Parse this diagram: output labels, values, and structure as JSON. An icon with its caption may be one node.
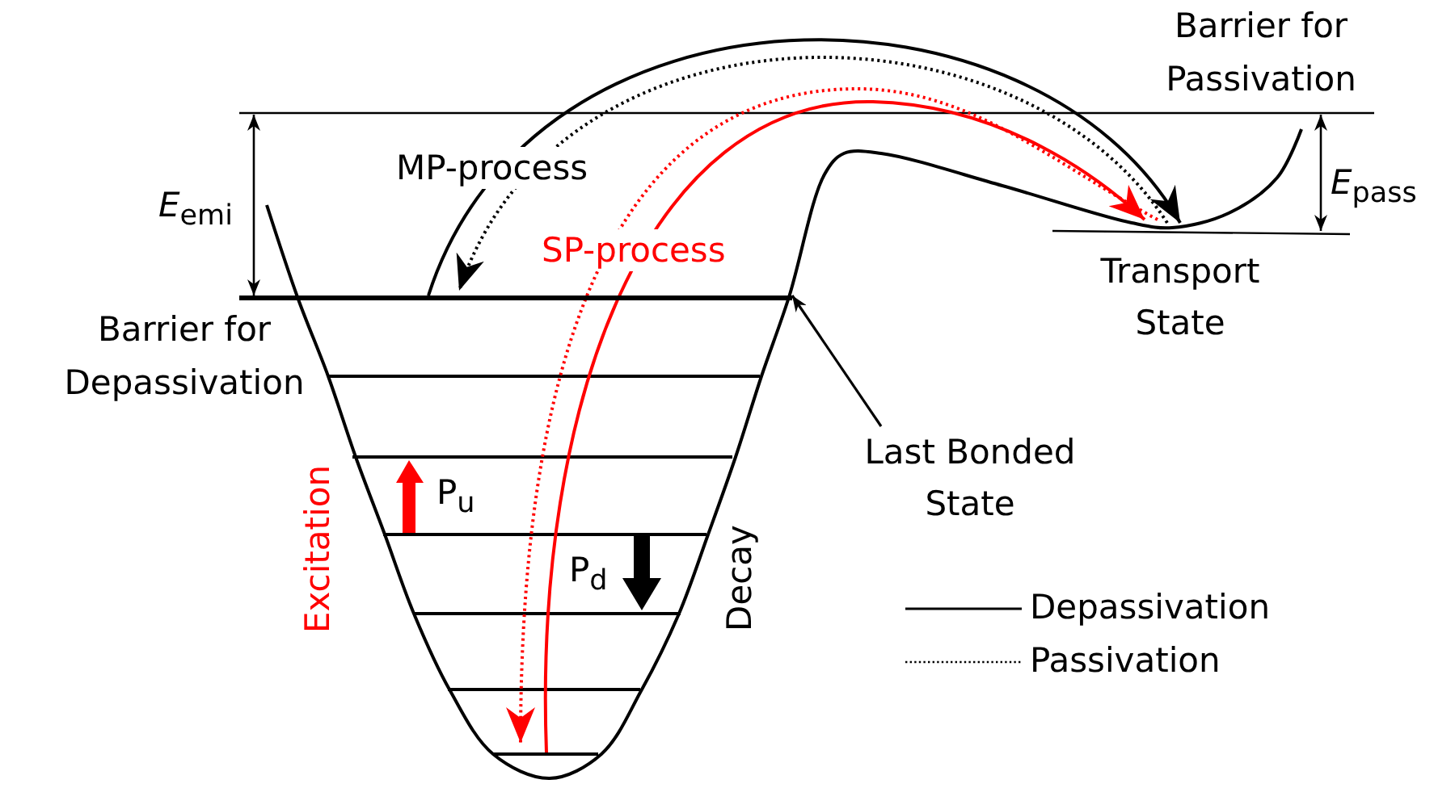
{
  "diagram": {
    "nodes": [
      {
        "text": [],
        "shape": "bar"
      },
      {
        "text": [],
        "shape": "bar"
      },
      {
        "text": [
          "Transport State"
        ]
      },
      {
        "text": [
          "Last Bonded State"
        ]
      }
    ],
    "edges": [
      {
        "from": 0,
        "to": 2,
        "arrow": "to"
      },
      {
        "from": 2,
        "to": 0,
        "arrow": "to",
        "style": "dashed"
      },
      {
        "from": 1,
        "to": 2,
        "arrow": "to",
        "color": "#ff0000"
      },
      {
        "from": 2,
        "to": 1,
        "arrow": "to",
        "style": "dashed",
        "color": "#ff0000"
      },
      {
        "from": 3,
        "to": 0,
        "arrow": "to"
      }
    ],
    "labels": [
      "Barrier for Passivation",
      "*E*$_{emi}$",
      "*E*$_{pass}$",
      "MP-process",
      "SP-process",
      "Barrier for Depassivation",
      "Excitation",
      "P$_{u}$",
      "P$_{d}$",
      "Decay"
    ],
    "legend": [
      {
        "text": "Depassivation"
      },
      {
        "text": "Passivation"
      }
    ]
  }
}
